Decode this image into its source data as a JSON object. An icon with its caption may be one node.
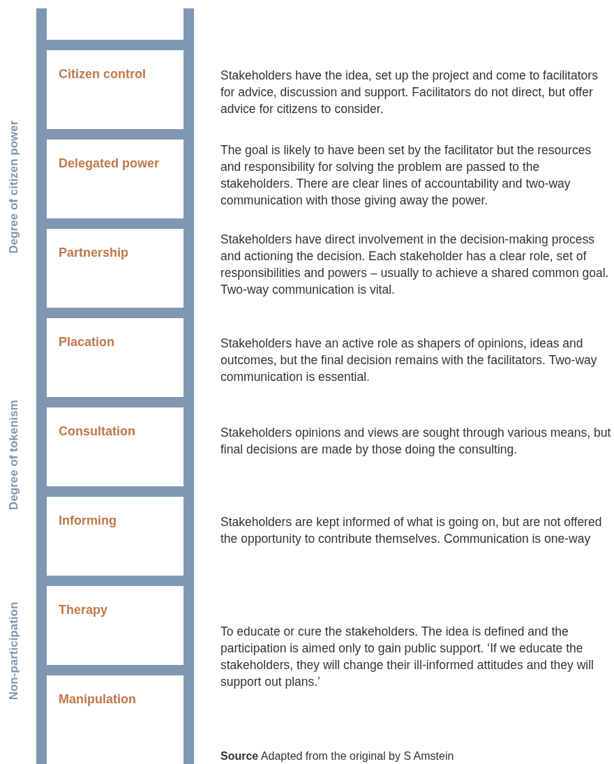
{
  "diagram": {
    "caption": "**Source** Adapted from the original by S Amstein",
    "labels": [
      "Degree of citizen power",
      "Degree of tokenism",
      "Non-participation",
      "Citizen control",
      "Stakeholders have the idea, set up the project and come to facilitators for advice, discussion and support. Facilitators do not direct, but offer advice for citizens to consider.",
      "Delegated power",
      "The goal is likely to have been set by the facilitator but the resources and responsibility for solving the problem are passed to the stakeholders. There are clear lines of accountability and two-way communication with those giving away the power.",
      "Partnership",
      "Stakeholders have direct involvement in the decision-making process and actioning the decision. Each stakeholder has a clear role, set of responsibilities and powers – usually to achieve a shared common goal. Two-way communication is vital.",
      "Placation",
      "Stakeholders have an active role as shapers of opinions, ideas and outcomes, but the final decision remains with the facilitators. Two-way communication is essential.",
      "Consultation",
      "Stakeholders opinions and views are sought through various means, but final decisions are made by those doing the consulting.",
      "Informing",
      "Stakeholders are kept informed of what is going on, but are not offered the opportunity to contribute themselves. Communication is one-way",
      "Therapy",
      "To educate or cure the stakeholders. The idea is defined and the participation is aimed only to gain public support. ‘If we educate the stakeholders, they will change their ill-informed attitudes and they will support out plans.’",
      "Manipulation"
    ]
  }
}
